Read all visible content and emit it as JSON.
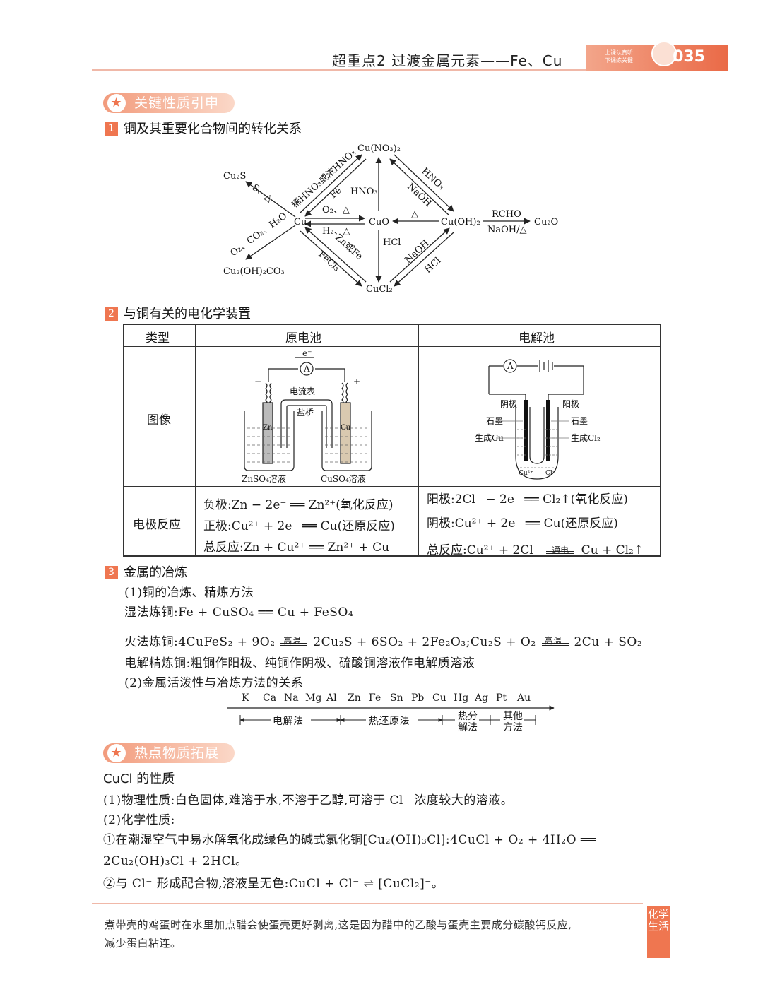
{
  "header": {
    "title": "超重点2  过渡金属元素——Fe、Cu",
    "badge_small_1": "上课认真听",
    "badge_small_2": "下课练关键",
    "page_number": "035"
  },
  "section1": {
    "banner": "关键性质引申",
    "item1": {
      "num": "1",
      "title": "铜及其重要化合物间的转化关系"
    },
    "diagram": {
      "cu": "Cu",
      "cuo": "CuO",
      "cuno3": "Cu(NO₃)₂",
      "cuoh2": "Cu(OH)₂",
      "cucl2": "CuCl₂",
      "cu2s": "Cu₂S",
      "cu2oh2co3": "Cu₂(OH)₂CO₃",
      "cu2o": "Cu₂O",
      "l_s": "S、△",
      "l_o2co2": "O₂、CO₂、H₂O",
      "l_dilute": "稀HNO₃或浓HNO₃",
      "l_fe": "Fe",
      "l_hno3a": "HNO₃",
      "l_o2": "O₂、△",
      "l_h2": "H₂、△",
      "l_zn": "Zn或Fe",
      "l_fecl3": "FeCl₃",
      "l_hcl1": "HCl",
      "l_hno3b": "HNO₃",
      "l_naoh1": "NaOH",
      "l_heat": "△",
      "l_naoh2": "NaOH",
      "l_hcl2": "HCl",
      "l_rcho": "RCHO",
      "l_naohheat": "NaOH/△"
    },
    "item2": {
      "num": "2",
      "title": "与铜有关的电化学装置"
    },
    "table": {
      "h_type": "类型",
      "h_galvanic": "原电池",
      "h_electrolytic": "电解池",
      "row_image": "图像",
      "row_reaction": "电极反应",
      "g_e": "e⁻",
      "g_a": "A",
      "g_meter": "电流表",
      "g_minus": "−",
      "g_plus": "+",
      "g_bridge": "盐桥",
      "g_zn": "Zn",
      "g_cu": "Cu",
      "g_znso4": "ZnSO₄溶液",
      "g_cuso4": "CuSO₄溶液",
      "e_a": "A",
      "e_cathode": "阴极",
      "e_anode": "阳极",
      "e_graphite1": "石墨",
      "e_graphite2": "石墨",
      "e_cu_form": "生成Cu",
      "e_cl2_form": "生成Cl₂",
      "e_cu2": "Cu²⁺",
      "e_cl": "Cl⁻",
      "g_r1": "负极:Zn − 2e⁻ ══ Zn²⁺(氧化反应)",
      "g_r2": "正极:Cu²⁺ + 2e⁻ ══ Cu(还原反应)",
      "g_r3": "总反应:Zn + Cu²⁺ ══ Zn²⁺ + Cu",
      "e_r1": "阳极:2Cl⁻ − 2e⁻ ══ Cl₂↑(氧化反应)",
      "e_r2": "阴极:Cu²⁺ + 2e⁻ ══ Cu(还原反应)",
      "e_r3_a": "总反应:Cu²⁺ + 2Cl⁻",
      "e_r3_cond": "通电",
      "e_r3_b": "Cu + Cl₂↑"
    },
    "item3": {
      "num": "3",
      "title": "金属的冶炼"
    },
    "smelt": {
      "p1": "(1)铜的冶炼、精炼方法",
      "wet": "湿法炼铜:Fe + CuSO₄ ══ Cu + FeSO₄",
      "fire_a": "火法炼铜:4CuFeS₂ + 9O₂",
      "fire_cond1": "高温",
      "fire_b": "2Cu₂S + 6SO₂ + 2Fe₂O₃;Cu₂S + O₂",
      "fire_cond2": "高温",
      "fire_c": "2Cu + SO₂",
      "refine": "电解精炼铜:粗铜作阳极、纯铜作阴极、硫酸铜溶液作电解质溶液",
      "p2": "(2)金属活泼性与冶炼方法的关系",
      "metals": [
        "K",
        "Ca",
        "Na",
        "Mg",
        "Al",
        "Zn",
        "Fe",
        "Sn",
        "Pb",
        "Cu",
        "Hg",
        "Ag",
        "Pt",
        "Au"
      ],
      "m_electro": "电解法",
      "m_thermal": "热还原法",
      "m_decomp": "热分解法",
      "m_other": "其他方法"
    }
  },
  "section2": {
    "banner": "热点物质拓展",
    "title": "CuCl 的性质",
    "l1": "(1)物理性质:白色固体,难溶于水,不溶于乙醇,可溶于 Cl⁻ 浓度较大的溶液。",
    "l2": "(2)化学性质:",
    "l3": "①在潮湿空气中易水解氧化成绿色的碱式氯化铜[Cu₂(OH)₃Cl]:4CuCl + O₂ + 4H₂O ══",
    "l4": "2Cu₂(OH)₃Cl + 2HCl。",
    "l5": "②与 Cl⁻ 形成配合物,溶液呈无色:CuCl + Cl⁻ ⇌ [CuCl₂]⁻。"
  },
  "footer": {
    "l1": "煮带壳的鸡蛋时在水里加点醋会使蛋壳更好剥离,这是因为醋中的乙酸与蛋壳主要成分碳酸钙反应,",
    "l2": "减少蛋白粘连。",
    "tab": "化学生活"
  }
}
